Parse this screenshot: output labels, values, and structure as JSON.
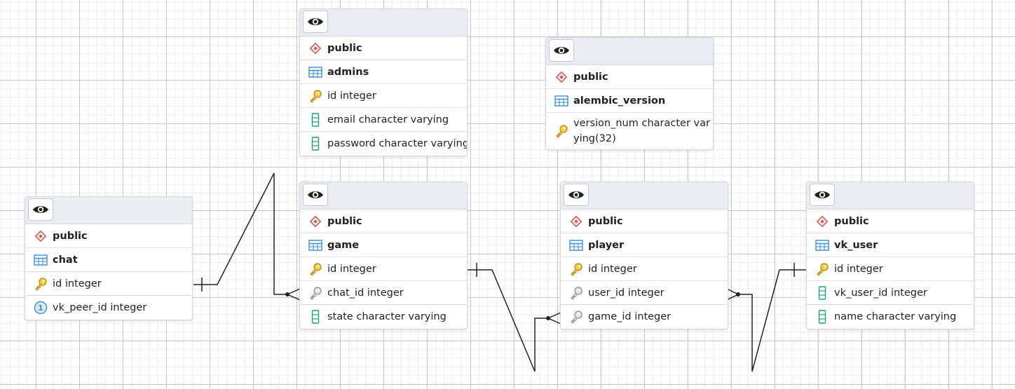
{
  "tables": [
    {
      "id": "admins",
      "schema": "public",
      "name": "admins",
      "columns": [
        {
          "text": "id integer",
          "icon": "primary-key-icon"
        },
        {
          "text": "email character varying",
          "icon": "column-icon"
        },
        {
          "text": "password character varying",
          "icon": "column-icon"
        }
      ]
    },
    {
      "id": "alembic_version",
      "schema": "public",
      "name": "alembic_version",
      "columns": [
        {
          "text": "version_num character varying(32)",
          "icon": "primary-key-icon"
        }
      ]
    },
    {
      "id": "chat",
      "schema": "public",
      "name": "chat",
      "columns": [
        {
          "text": "id integer",
          "icon": "primary-key-icon"
        },
        {
          "text": "vk_peer_id integer",
          "icon": "unique-key-icon"
        }
      ]
    },
    {
      "id": "game",
      "schema": "public",
      "name": "game",
      "columns": [
        {
          "text": "id integer",
          "icon": "primary-key-icon"
        },
        {
          "text": "chat_id integer",
          "icon": "foreign-key-icon"
        },
        {
          "text": "state character varying",
          "icon": "column-icon"
        }
      ]
    },
    {
      "id": "player",
      "schema": "public",
      "name": "player",
      "columns": [
        {
          "text": "id integer",
          "icon": "primary-key-icon"
        },
        {
          "text": "user_id integer",
          "icon": "foreign-key-icon"
        },
        {
          "text": "game_id integer",
          "icon": "foreign-key-icon"
        }
      ]
    },
    {
      "id": "vk_user",
      "schema": "public",
      "name": "vk_user",
      "columns": [
        {
          "text": "id integer",
          "icon": "primary-key-icon"
        },
        {
          "text": "vk_user_id integer",
          "icon": "column-icon"
        },
        {
          "text": "name character varying",
          "icon": "column-icon"
        }
      ]
    }
  ],
  "relationships": [
    {
      "from": "chat.id",
      "to": "game.chat_id",
      "cardinality": "one-to-many"
    },
    {
      "from": "game.id",
      "to": "player.game_id",
      "cardinality": "one-to-many"
    },
    {
      "from": "vk_user.id",
      "to": "player.user_id",
      "cardinality": "one-to-many"
    }
  ],
  "colors": {
    "schema_icon": "#d9534f",
    "table_icon": "#3a8fd6",
    "primary_key": "#e6b800",
    "foreign_key": "#8a8a8a",
    "column_icon": "#1aa37a",
    "unique_key": "#3a8fd6"
  }
}
